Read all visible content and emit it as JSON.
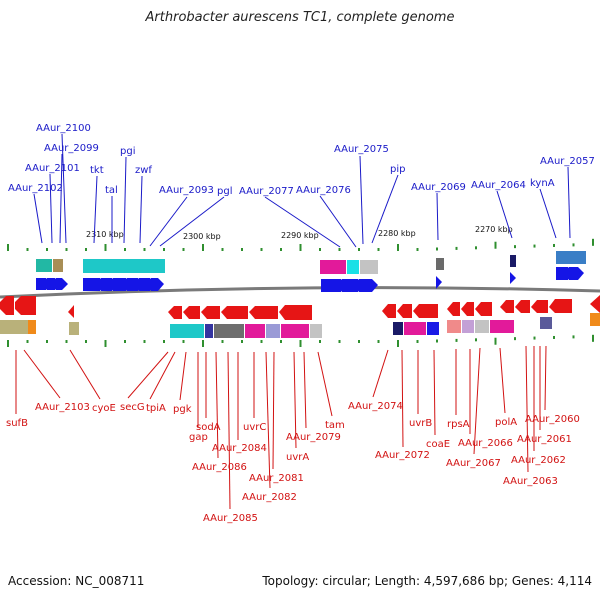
{
  "title": "Arthrobacter aurescens TC1, complete genome",
  "footer": {
    "accession": "Accession: NC_008711",
    "topology": "Topology: circular; Length: 4,597,686 bp; Genes: 4,114"
  },
  "scale_labels": [
    "2310 kbp",
    "2300 kbp",
    "2290 kbp",
    "2280 kbp",
    "2270 kbp"
  ],
  "top_genes": [
    "AAur_2100",
    "AAur_2099",
    "AAur_2101",
    "AAur_2102",
    "tkt",
    "pgi",
    "tal",
    "zwf",
    "AAur_2093",
    "pgl",
    "AAur_2077",
    "AAur_2076",
    "AAur_2075",
    "pip",
    "AAur_2069",
    "AAur_2064",
    "AAur_2057",
    "kynA"
  ],
  "bottom_genes": [
    "sufB",
    "AAur_2103",
    "cyoE",
    "secG",
    "tpiA",
    "pgk",
    "sodA",
    "gap",
    "AAur_2084",
    "AAur_2086",
    "uvrC",
    "AAur_2081",
    "AAur_2082",
    "AAur_2085",
    "uvrA",
    "AAur_2079",
    "tam",
    "AAur_2074",
    "AAur_2072",
    "uvrB",
    "coaE",
    "rpsA",
    "AAur_2066",
    "AAur_2067",
    "polA",
    "AAur_2060",
    "AAur_2061",
    "AAur_2062",
    "AAur_2063"
  ],
  "colors": {
    "forward": "#1515e6",
    "reverse": "#e61515",
    "backbone": "#7a7a7a",
    "tick": "#2f8f2f",
    "top_label": "#1a1ac8",
    "bottom_label": "#d21212"
  }
}
